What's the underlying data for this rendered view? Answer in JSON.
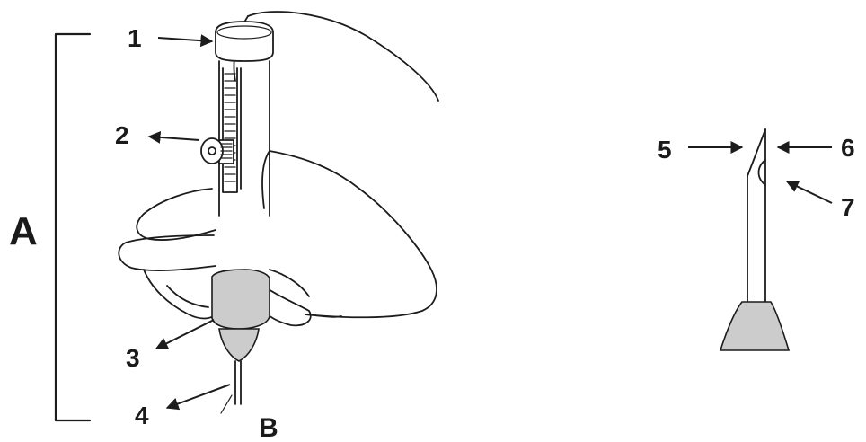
{
  "labels": {
    "A": "A",
    "B": "B",
    "n1": "1",
    "n2": "2",
    "n3": "3",
    "n4": "4",
    "n5": "5",
    "n6": "6",
    "n7": "7"
  },
  "colors": {
    "line": "#1c1c1c",
    "fill_grey": "#cccccc",
    "background": "#ffffff"
  }
}
